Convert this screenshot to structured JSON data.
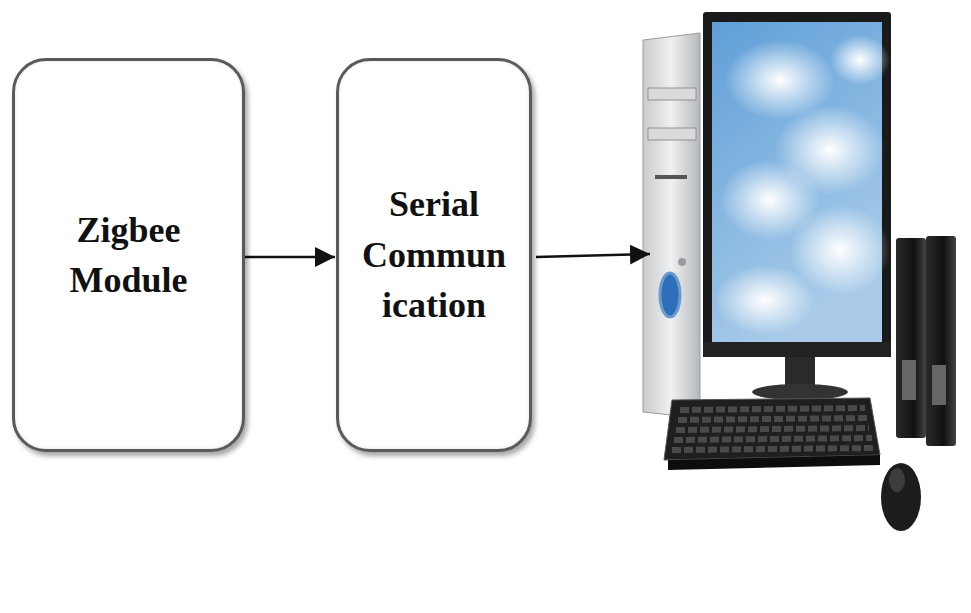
{
  "diagram": {
    "nodes": [
      {
        "text": [
          "Zigbee Module"
        ]
      },
      {
        "text": [
          "Serial Commun ication"
        ]
      }
    ],
    "edges": [
      {
        "from": 0,
        "to": 1,
        "arrow": "to"
      }
    ]
  }
}
